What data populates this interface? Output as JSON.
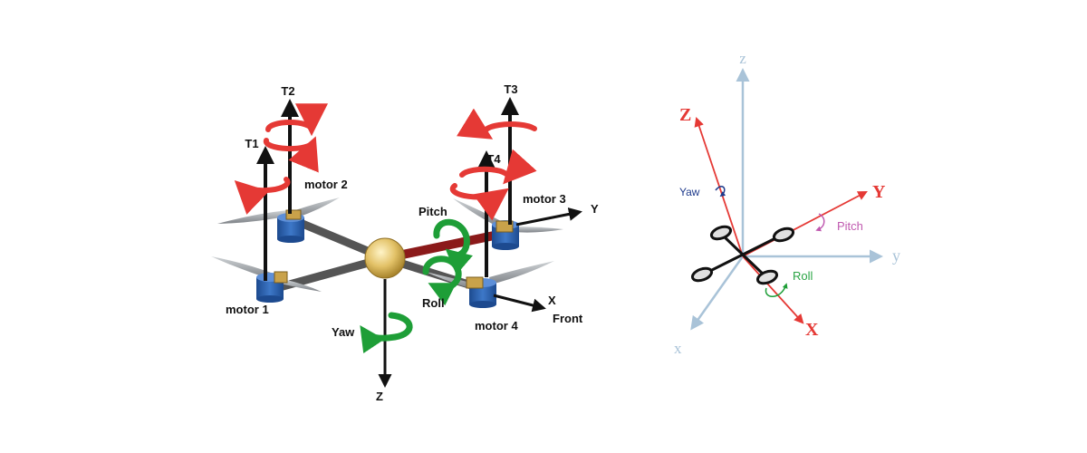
{
  "quad": {
    "thrust": {
      "t1": "T1",
      "t2": "T2",
      "t3": "T3",
      "t4": "T4"
    },
    "motors": {
      "m1": "motor 1",
      "m2": "motor 2",
      "m3": "motor 3",
      "m4": "motor 4"
    },
    "rotations": {
      "pitch": "Pitch",
      "roll": "Roll",
      "yaw": "Yaw"
    },
    "axes": {
      "x": "X",
      "y": "Y",
      "z": "Z",
      "front": "Front"
    }
  },
  "frames": {
    "inertial": {
      "x": "x",
      "y": "y",
      "z": "z"
    },
    "body": {
      "x": "X",
      "y": "Y",
      "z": "Z"
    },
    "rotations": {
      "yaw": "Yaw",
      "pitch": "Pitch",
      "roll": "Roll"
    }
  },
  "colors": {
    "red_rotation": "#e53935",
    "green_rotation": "#1e9e37",
    "hub": "#e3c268",
    "motor": "#2c62b0",
    "inertial_axis": "#a9c3d8",
    "body_axis": "#e53935",
    "yaw_label": "#1f3b8c",
    "pitch_label": "#c05ab0",
    "roll_label": "#2aa444"
  }
}
